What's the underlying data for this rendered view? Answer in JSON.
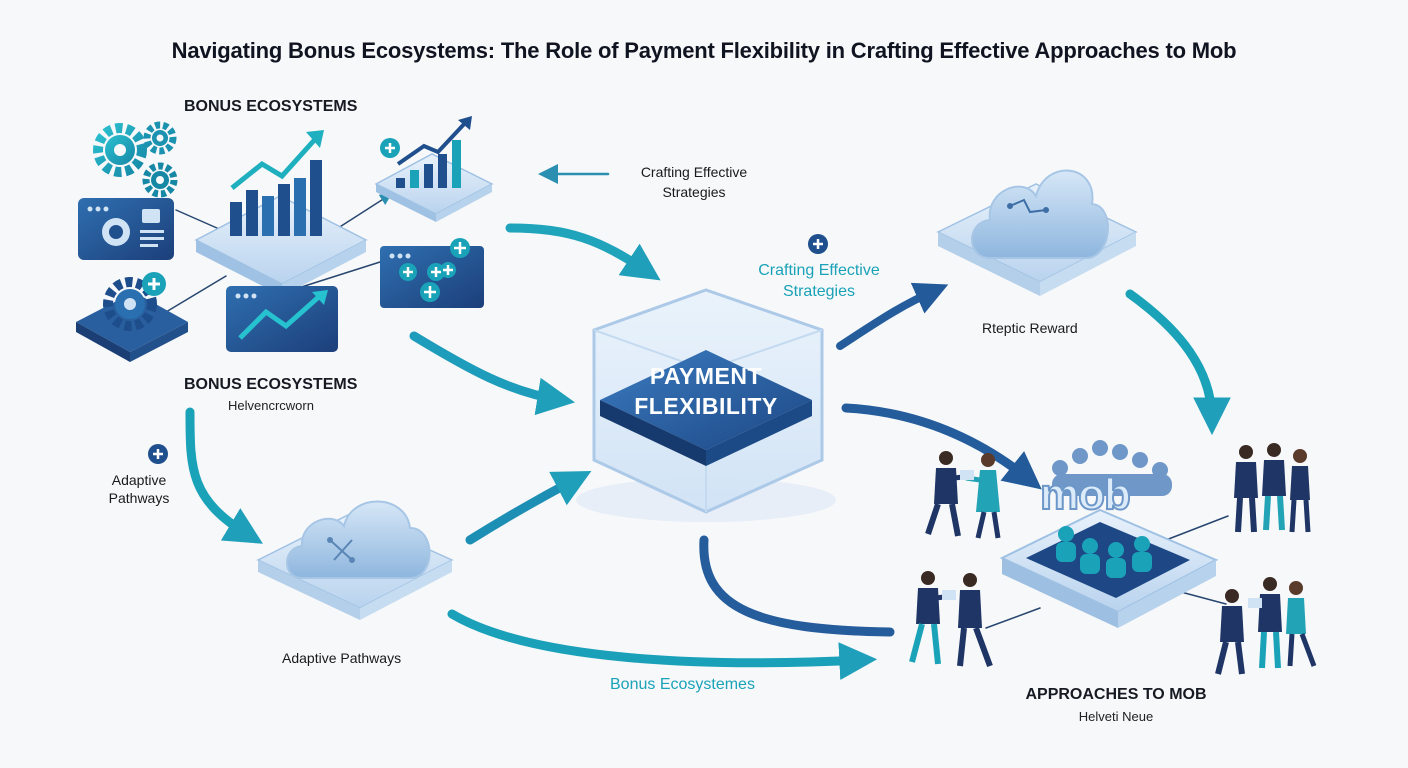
{
  "title": "Navigating Bonus Ecosystems: The Role of Payment Flexibility in Crafting Effective Approaches to Mob",
  "labels": {
    "bonus_top": "BONUS ECOSYSTEMS",
    "bonus_mid": "BONUS ECOSYSTEMS",
    "bonus_mid_sub": "Helvencrcworn",
    "adaptive_left_line1": "Adaptive",
    "adaptive_left_line2": "Pathways",
    "adaptive_bottom": "Adaptive Pathways",
    "crafting_top_line1": "Crafting Effective",
    "crafting_top_line2": "Strategies",
    "crafting_teal_line1": "Crafting Effective",
    "crafting_teal_line2": "Strategies",
    "reward": "Rteptic Reward",
    "bonus_bottom": "Bonus Ecosystemes",
    "payment_line1": "PAYMENT",
    "payment_line2": "FLEXIBILITY",
    "approaches": "APPROACHES TO MOB",
    "approaches_sub": "Helveti Neue",
    "mob_word": "mob"
  },
  "icons": [
    "gear-icon",
    "bar-chart-icon",
    "dashboard-card-icon",
    "plus-icon",
    "cloud-icon",
    "people-group-icon",
    "arrow-icon",
    "line-chart-icon"
  ],
  "colors": {
    "navy": "#1f3f7a",
    "blue": "#2f63a8",
    "teal": "#1aa2b8",
    "light_blue": "#cfe3f5",
    "background": "#f7f8fa"
  }
}
